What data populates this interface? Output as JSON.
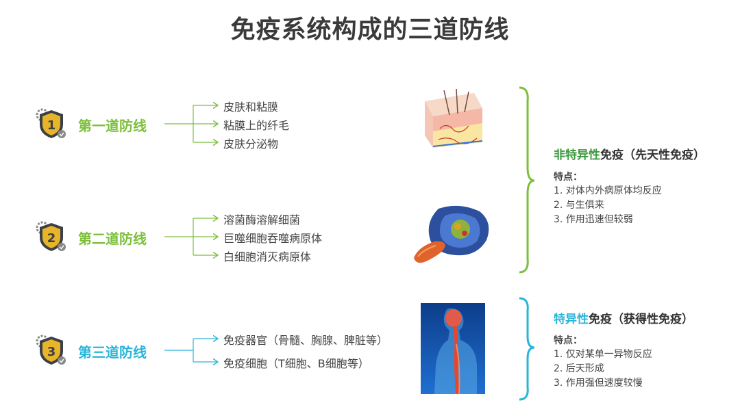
{
  "title": "免疫系统构成的三道防线",
  "colors": {
    "green": "#7cbf3a",
    "blue": "#29b5d9",
    "dark_green": "#3d9a3d",
    "shield_gold": "#e8b529",
    "shield_dark": "#3b3f47"
  },
  "lines": [
    {
      "number": "1",
      "label": "第一道防线",
      "items": [
        "皮肤和粘膜",
        "粘膜上的纤毛",
        "皮肤分泌物"
      ],
      "icon": "skin-icon"
    },
    {
      "number": "2",
      "label": "第二道防线",
      "items": [
        "溶菌酶溶解细菌",
        "巨噬细胞吞噬病原体",
        "白细胞消灭病原体"
      ],
      "icon": "macrophage-icon"
    },
    {
      "number": "3",
      "label": "第三道防线",
      "items": [
        "免疫器官（骨髓、胸腺、脾脏等）",
        "免疫细胞（T细胞、B细胞等）"
      ],
      "icon": "human-body-icon"
    }
  ],
  "groups": [
    {
      "title_highlight": "非特异性",
      "title_rest": "免疫（先天性免疫）",
      "traits_heading": "特点：",
      "traits": [
        "1. 对体内外病原体均反应",
        "2. 与生俱来",
        "3. 作用迅速但较弱"
      ]
    },
    {
      "title_highlight": "特异性",
      "title_rest": "免疫（获得性免疫）",
      "traits_heading": "特点：",
      "traits": [
        "1. 仅对某单一异物反应",
        "2. 后天形成",
        "3. 作用强但速度较慢"
      ]
    }
  ]
}
